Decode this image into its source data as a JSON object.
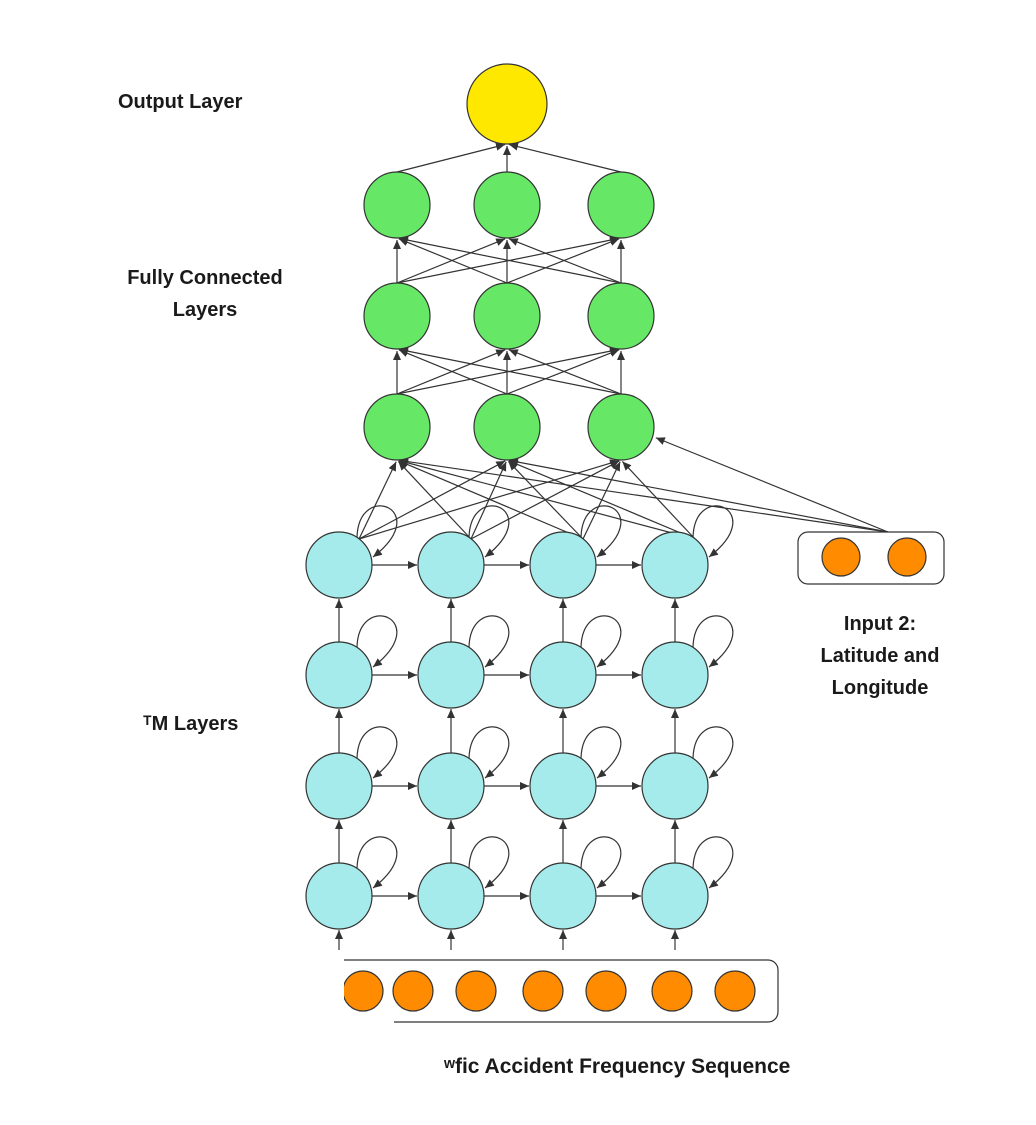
{
  "labels": {
    "output_layer": "Output Layer",
    "fully_connected": [
      "Fully Connected",
      "Layers"
    ],
    "lstm_layers": "ᵀM Layers",
    "input2": [
      "Input 2:",
      "Latitude and",
      "Longitude"
    ],
    "input1": "ʷfic Accident Frequency Sequence"
  },
  "colors": {
    "output": "#ffe800",
    "dense": "#66e866",
    "lstm": "#a6ebeb",
    "input": "#ff8c00",
    "edge": "#333333"
  },
  "structure": {
    "output_nodes": 1,
    "dense_layers": 3,
    "dense_nodes_per_layer": 3,
    "lstm_layers": 4,
    "lstm_steps": 4,
    "input2_nodes": 2,
    "input1_nodes": 7
  }
}
